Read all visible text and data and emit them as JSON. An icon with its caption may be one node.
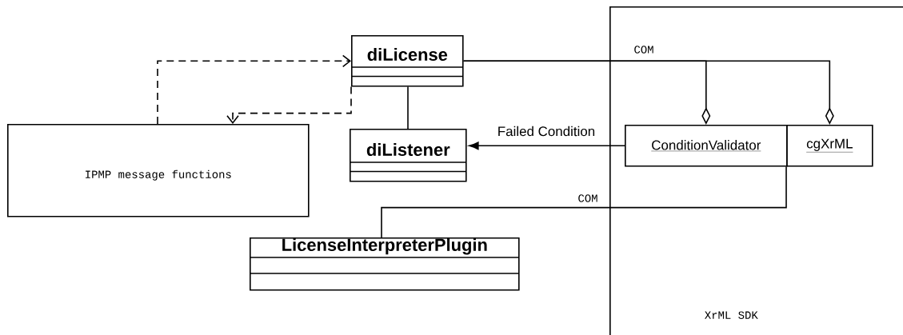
{
  "diagram": {
    "nodes": [
      {
        "text": [
          "diLicense"
        ]
      },
      {
        "text": [
          "diListener"
        ]
      },
      {
        "text": [
          "IPMP message functions"
        ]
      },
      {
        "text": [
          "LicenseInterpreterPlugin"
        ]
      },
      {
        "text": [
          "XrML SDK"
        ]
      },
      {
        "text": [
          "ConditionValidator"
        ],
        "in": 4
      },
      {
        "text": [
          "cgXrML"
        ],
        "in": 4
      }
    ],
    "edges": [
      {
        "from": 2,
        "to": 0,
        "arrow": "to",
        "style": "dashed"
      },
      {
        "from": 0,
        "to": 2,
        "arrow": "to",
        "style": "dashed"
      },
      {
        "from": 0,
        "to": 1,
        "arrow": "none"
      },
      {
        "from": 5,
        "to": 1,
        "arrow": "to",
        "label": "Failed Condition"
      },
      {
        "from": 0,
        "to": 5,
        "arrow": "other",
        "label": "COM"
      },
      {
        "from": 0,
        "to": 6,
        "arrow": "other"
      },
      {
        "from": 6,
        "to": 3,
        "arrow": "none",
        "label": "COM"
      }
    ]
  }
}
